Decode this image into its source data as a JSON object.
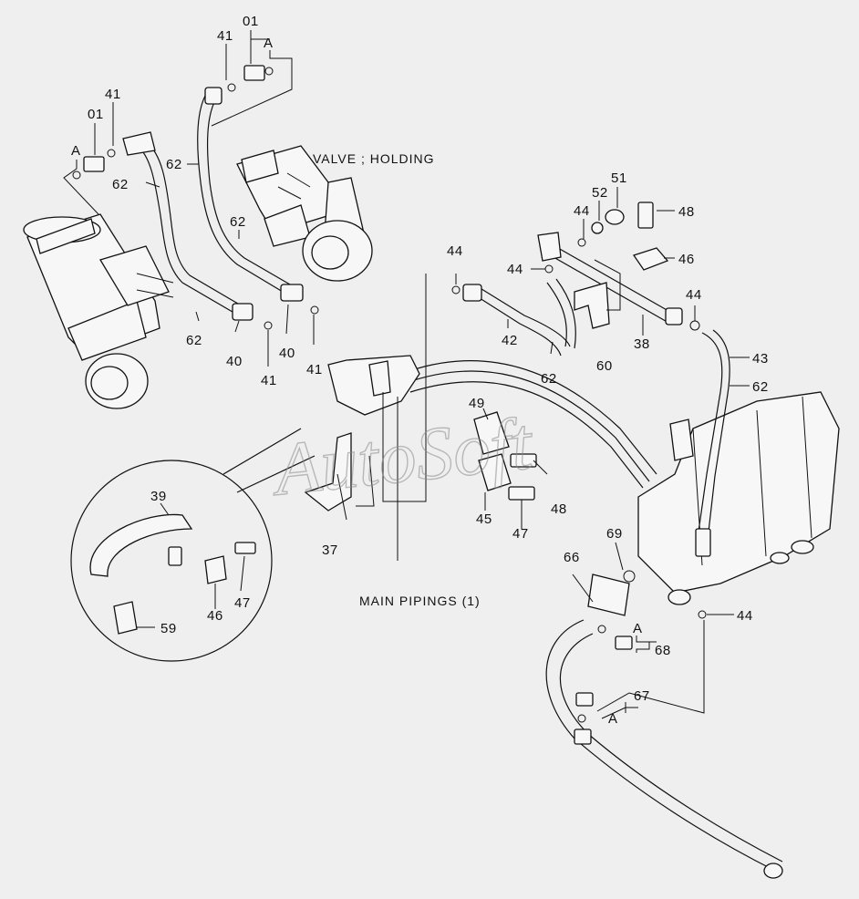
{
  "captions": {
    "valve_holding": "VALVE ; HOLDING",
    "main_pipings": "MAIN PIPINGS (1)"
  },
  "watermark": "AutoSoft",
  "callouts": {
    "c01_left": "01",
    "cA_left": "A",
    "c41_left": "41",
    "c62_left_top": "62",
    "c62_left_low": "62",
    "c40_left": "40",
    "c01_top": "01",
    "cA_top": "A",
    "c41_top": "41",
    "c62_top": "62",
    "c62_mid": "62",
    "c41_mid": "41",
    "c40_mid": "40",
    "c41_right": "41",
    "c44_a": "44",
    "c44_b": "44",
    "c42": "42",
    "c62_c": "62",
    "c44_c": "44",
    "c52": "52",
    "c51": "51",
    "c48_top": "48",
    "c46_top": "46",
    "c60": "60",
    "c38": "38",
    "c44_d": "44",
    "c43": "43",
    "c62_right": "62",
    "c49": "49",
    "c48_mid": "48",
    "c45": "45",
    "c47_mid": "47",
    "c37": "37",
    "c39": "39",
    "c46_inset": "46",
    "c47_inset": "47",
    "c59": "59",
    "c69": "69",
    "c66": "66",
    "c44_e": "44",
    "cA_68": "A",
    "c68": "68",
    "c67": "67",
    "cA_67": "A"
  }
}
